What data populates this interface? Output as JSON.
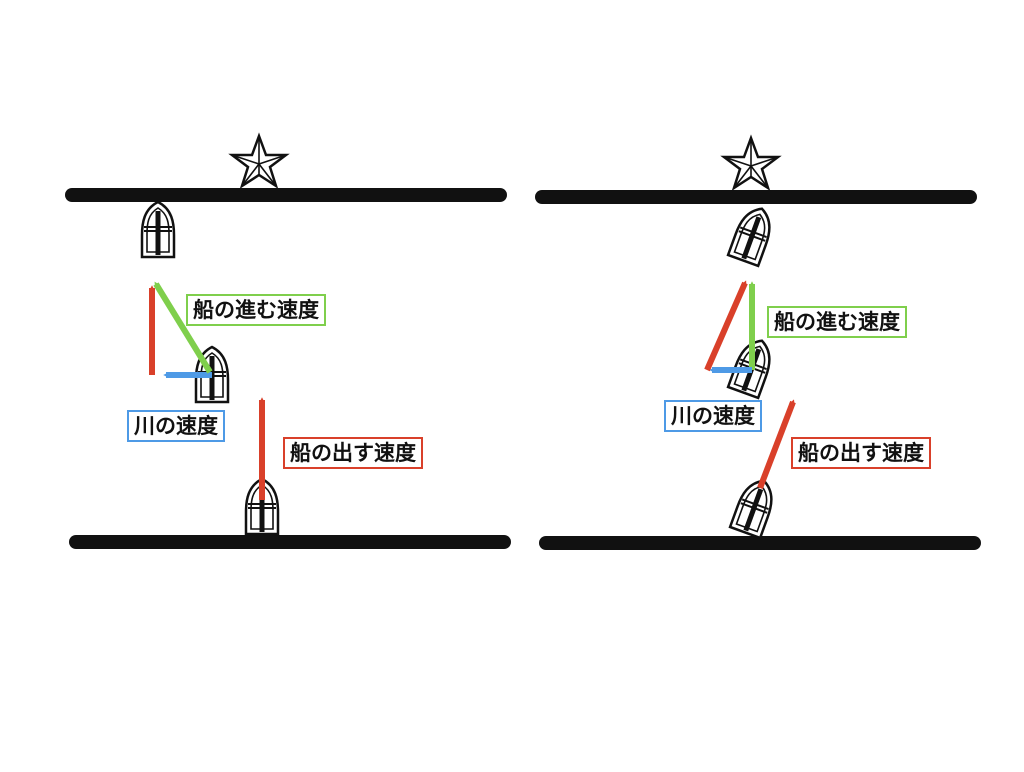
{
  "colors": {
    "river_bank": "#111111",
    "boat_push_velocity": "#d9402a",
    "river_velocity": "#4e9ae6",
    "boat_travel_velocity": "#7fcf4c"
  },
  "icons": {
    "goal": "star-icon",
    "boat": "boat-icon"
  },
  "panels": [
    {
      "labels": {
        "travel": "船の進む速度",
        "river": "川の速度",
        "push": "船の出す速度"
      }
    },
    {
      "labels": {
        "travel": "船の進む速度",
        "river": "川の速度",
        "push": "船の出す速度"
      }
    }
  ]
}
